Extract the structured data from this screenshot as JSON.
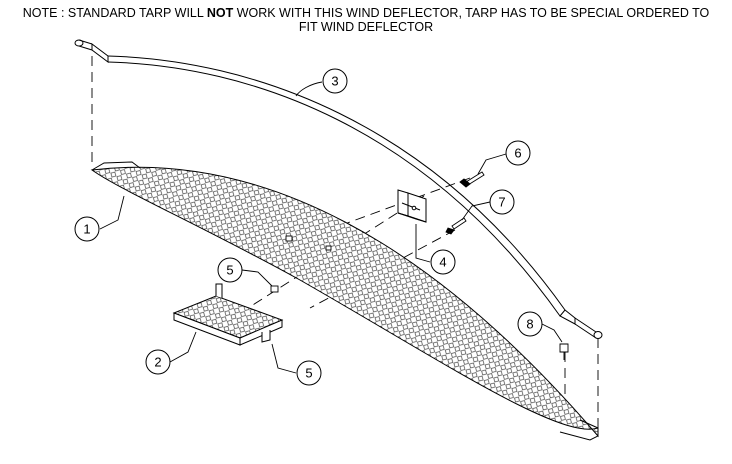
{
  "note": {
    "line1_before": "NOTE : STANDARD TARP WILL ",
    "line1_bold": "NOT",
    "line1_after": " WORK WITH THIS WIND DEFLECTOR, TARP HAS TO BE SPECIAL ORDERED TO",
    "line2": "FIT WIND DEFLECTOR"
  },
  "callouts": [
    {
      "id": "c3",
      "label": "3"
    },
    {
      "id": "c6",
      "label": "6"
    },
    {
      "id": "c7",
      "label": "7"
    },
    {
      "id": "c1",
      "label": "1"
    },
    {
      "id": "c4",
      "label": "4"
    },
    {
      "id": "c5a",
      "label": "5"
    },
    {
      "id": "c2",
      "label": "2"
    },
    {
      "id": "c5b",
      "label": "5"
    },
    {
      "id": "c8",
      "label": "8"
    }
  ]
}
